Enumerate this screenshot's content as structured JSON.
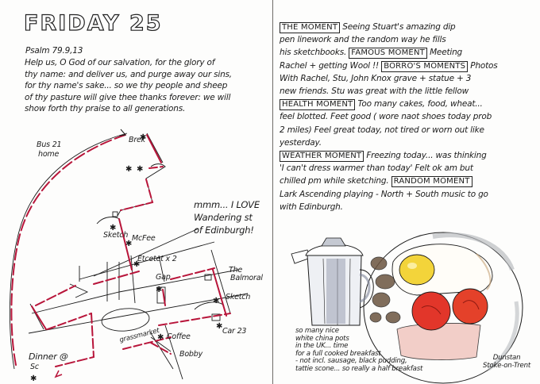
{
  "left_page": {
    "title": "FRIDAY 25",
    "psalm_reference": "Psalm 79.9,13",
    "psalm_lines": [
      "Help us, O God of our salvation, for the glory of",
      "thy name: and deliver us, and purge away our sins,",
      "for thy name's sake... so we thy people and sheep",
      "of thy pasture will give thee thanks forever: we will",
      "show forth thy praise to all generations."
    ],
    "map": {
      "labels": {
        "bus": "Bus 21",
        "home": "home",
        "brekkie": "Brek",
        "sketch_top": "Sketch",
        "mcfee": "McFee",
        "etcetc": "Etcetet x 2",
        "gap": "Gap",
        "the_balmoral_1": "The",
        "the_balmoral_2": "Balmoral",
        "sketch_right": "Sketch",
        "car": "Car 23",
        "grassmarket": "grassmarket",
        "coffee": "Coffee",
        "bobby": "Bobby",
        "dinner_1": "Dinner @",
        "dinner_2": "Sc"
      },
      "note_lines": [
        "mmm... I LOVE",
        "Wandering st",
        "of Edinburgh!"
      ],
      "route_color": "#b8153a",
      "ink_color": "#1b1b1b"
    }
  },
  "right_page": {
    "journal": [
      {
        "tag": "THE MOMENT",
        "text": " Seeing Stuart's amazing dip"
      },
      {
        "text": "pen linework and the random way he fills"
      },
      {
        "text": "his sketchbooks. ",
        "tag": "FAMOUS MOMENT",
        "after": " Meeting"
      },
      {
        "text": "Rachel + getting Wool !! ",
        "tag": "BORRO'S MOMENTS",
        "after": " Photos"
      },
      {
        "text": "With Rachel, Stu, John Knox grave + statue + 3"
      },
      {
        "text": "new friends. Stu was great with the little fellow"
      },
      {
        "tag": "HEALTH MOMENT",
        "text": " Too many cakes, food, wheat..."
      },
      {
        "text": "feel blotted. Feet good ( wore naot shoes today prob"
      },
      {
        "text": "2 miles) Feel great today, not tired or worn out like"
      },
      {
        "text": "yesterday."
      },
      {
        "tag": "WEATHER MOMENT",
        "text": " Freezing today... was thinking"
      },
      {
        "text": "'I can't dress warmer than today' Felt ok am but"
      },
      {
        "text": "chilled pm while sketching. ",
        "tag": "RANDOM MOMENT"
      },
      {
        "text": "Lark Ascending playing - North + South music to go"
      },
      {
        "text": "with Edinburgh."
      }
    ],
    "sketch": {
      "caption_lines": [
        "so many nice",
        "white china pots",
        "in the UK... time",
        "for a full cooked breakfast",
        "- not incl. sausage, black pudding,",
        "tattie scone... so really a half breakfast"
      ],
      "location_lines": [
        "Dunstan",
        "Stoke-on-Trent"
      ],
      "colors": {
        "yolk": "#f3d43a",
        "tomato": "#e2362a",
        "bacon": "#f1c6c0",
        "mushroom": "#6b5440",
        "pot_shadow": "#9aa1b3",
        "plate_shadow": "#b9bcc0"
      }
    }
  }
}
